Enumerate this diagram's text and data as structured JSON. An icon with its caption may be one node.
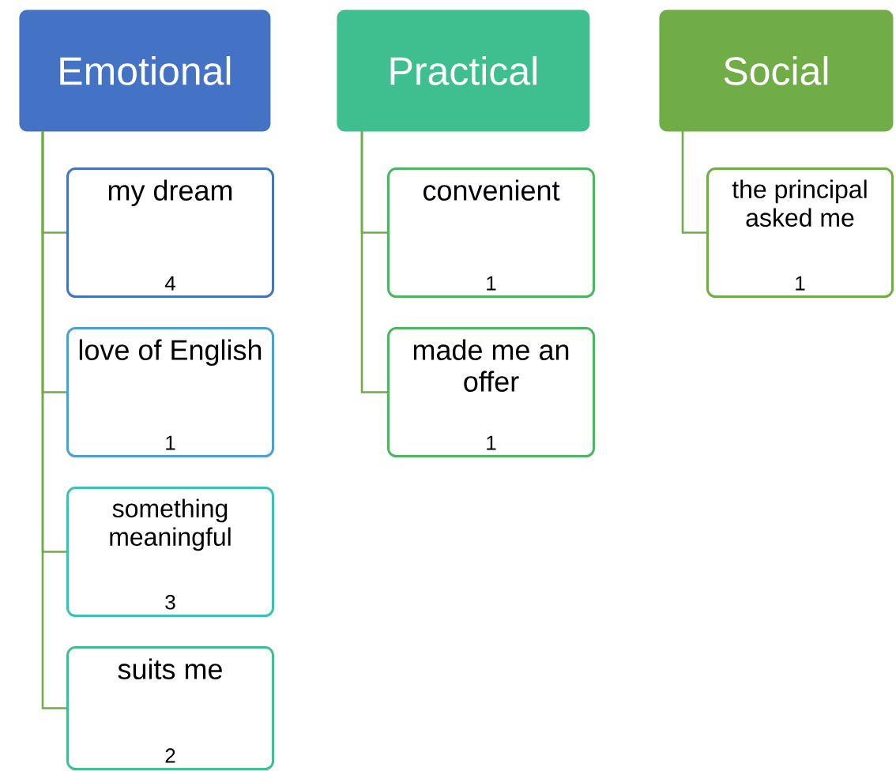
{
  "diagram": {
    "nodes": [
      {
        "text": [
          "Emotional"
        ]
      },
      {
        "text": [
          "Practical"
        ]
      },
      {
        "text": [
          "Social"
        ]
      },
      {
        "text": [
          "my dream",
          "4"
        ]
      },
      {
        "text": [
          "love of English",
          "1"
        ]
      },
      {
        "text": [
          "something meaningful",
          "3"
        ]
      },
      {
        "text": [
          "suits me",
          "2"
        ]
      },
      {
        "text": [
          "convenient",
          "1"
        ]
      },
      {
        "text": [
          "made me an offer",
          "1"
        ]
      },
      {
        "text": [
          "the principal asked me",
          "1"
        ]
      }
    ],
    "edges": [
      {
        "from": 0,
        "to": 3,
        "arrow": "none"
      },
      {
        "from": 0,
        "to": 4,
        "arrow": "none"
      },
      {
        "from": 0,
        "to": 5,
        "arrow": "none"
      },
      {
        "from": 0,
        "to": 6,
        "arrow": "none"
      },
      {
        "from": 1,
        "to": 7,
        "arrow": "none"
      },
      {
        "from": 1,
        "to": 8,
        "arrow": "none"
      },
      {
        "from": 2,
        "to": 9,
        "arrow": "none"
      }
    ]
  }
}
